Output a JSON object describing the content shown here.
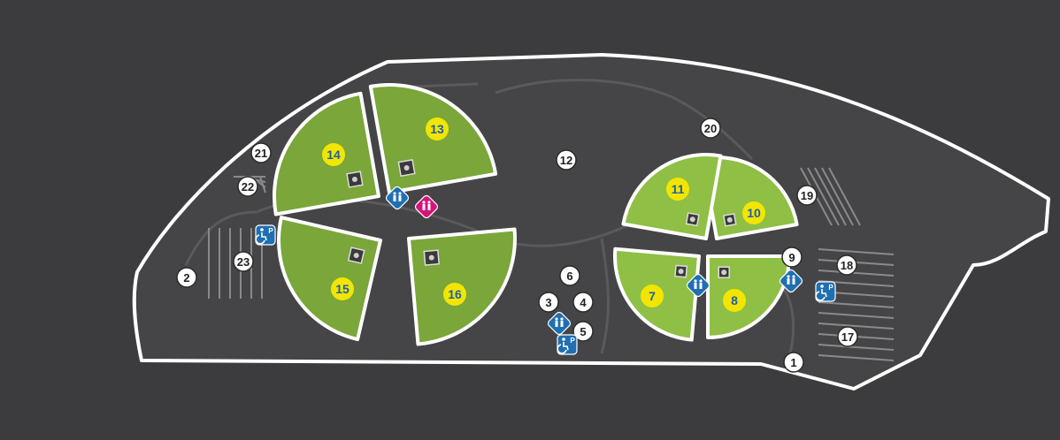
{
  "colors": {
    "background": "#3c3c3e",
    "park": "#454547",
    "outline": "#ffffff",
    "field": "#7aa63a",
    "field_light": "#8fbf45",
    "infield": "#3a3a3a",
    "field_badge": "#f2e600",
    "field_badge_text": "#1d5fa8",
    "marker": "#ffffff",
    "marker_text": "#222222",
    "facility_blue": "#1f6fb2",
    "facility_magenta": "#d4147a"
  },
  "fields": [
    {
      "label": "7"
    },
    {
      "label": "8"
    },
    {
      "label": "10"
    },
    {
      "label": "11"
    },
    {
      "label": "13"
    },
    {
      "label": "14"
    },
    {
      "label": "15"
    },
    {
      "label": "16"
    }
  ],
  "markers": [
    {
      "label": "1"
    },
    {
      "label": "2"
    },
    {
      "label": "3"
    },
    {
      "label": "4"
    },
    {
      "label": "5"
    },
    {
      "label": "6"
    },
    {
      "label": "9"
    },
    {
      "label": "12"
    },
    {
      "label": "17"
    },
    {
      "label": "18"
    },
    {
      "label": "19"
    },
    {
      "label": "20"
    },
    {
      "label": "21"
    },
    {
      "label": "22"
    },
    {
      "label": "23"
    }
  ],
  "icons": {
    "restroom": "restroom-icon",
    "accessible_parking": "accessible-parking-icon",
    "family_restroom": "family-restroom-icon",
    "parking_letter": "P"
  }
}
